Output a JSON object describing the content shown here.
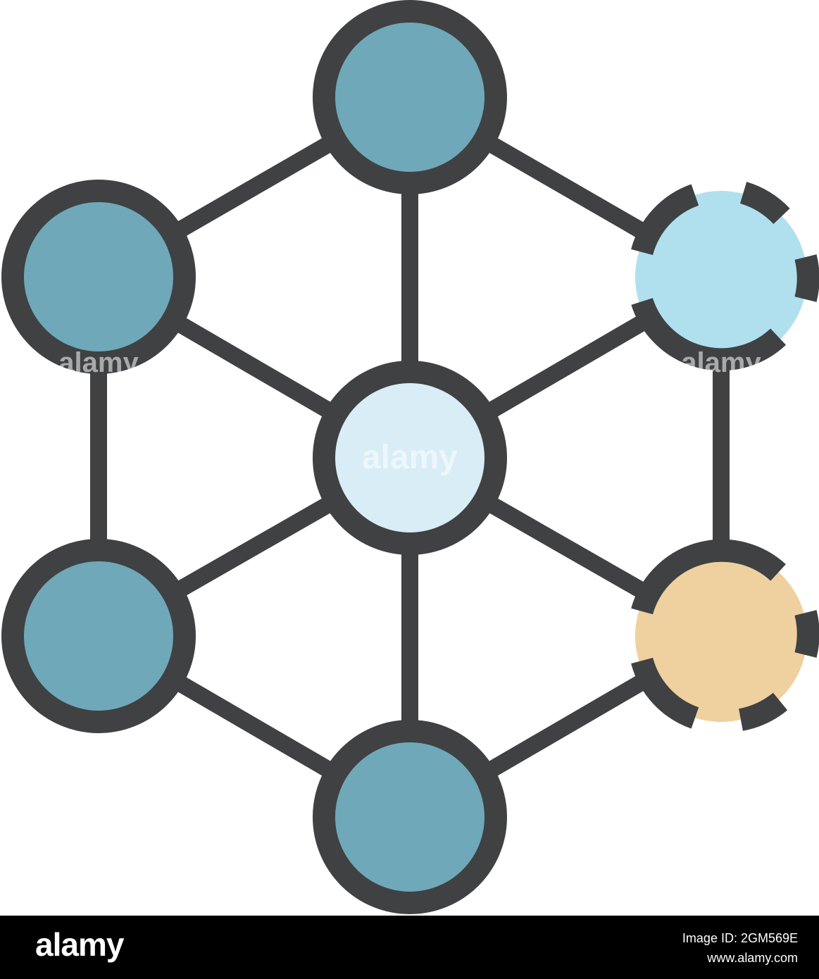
{
  "colors": {
    "outline": "#3f4143",
    "node_dark": "#6fa8b9",
    "node_light": "#b0e0ee",
    "node_center": "#d8edf5",
    "node_accent": "#efd09f",
    "footer_bg": "#000000"
  },
  "icon": "molecular-network-icon",
  "watermark": "alamy",
  "footer": {
    "brand": "alamy",
    "image_id": "Image ID: 2GM569E",
    "site": "www.alamy.com"
  }
}
